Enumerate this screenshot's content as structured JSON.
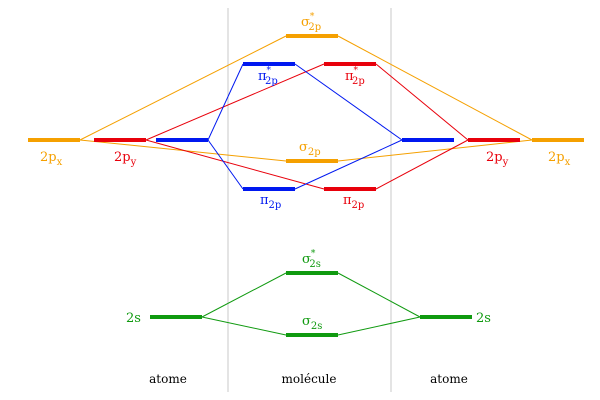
{
  "colors": {
    "px": "#f5a000",
    "py": "#e8000b",
    "pz": "#0018f0",
    "s": "#109a10",
    "divider": "#c8c8c8",
    "text": "#000000"
  },
  "columns": {
    "left": "atome",
    "middle": "molécule",
    "right": "atome"
  },
  "labels": {
    "sigma_2p_star": {
      "main": "σ",
      "sub": "2p",
      "sup": "*"
    },
    "pi_2p_star_left": {
      "main": "π",
      "sub": "2p",
      "sup": "*"
    },
    "pi_2p_star_right": {
      "main": "π",
      "sub": "2p",
      "sup": "*"
    },
    "sigma_2p": {
      "main": "σ",
      "sub": "2p"
    },
    "pi_2p_left": {
      "main": "π",
      "sub": "2p"
    },
    "pi_2p_right": {
      "main": "π",
      "sub": "2p"
    },
    "atom_left_2px": {
      "main": "2p",
      "sub": "x"
    },
    "atom_left_2py": {
      "main": "2p",
      "sub": "y"
    },
    "atom_right_2px": {
      "main": "2p",
      "sub": "x"
    },
    "atom_right_2py": {
      "main": "2p",
      "sub": "y"
    },
    "sigma_2s_star": {
      "main": "σ",
      "sub": "2s",
      "sup": "*"
    },
    "sigma_2s": {
      "main": "σ",
      "sub": "2s"
    },
    "atom_left_2s": {
      "main": "2s"
    },
    "atom_right_2s": {
      "main": "2s"
    }
  }
}
